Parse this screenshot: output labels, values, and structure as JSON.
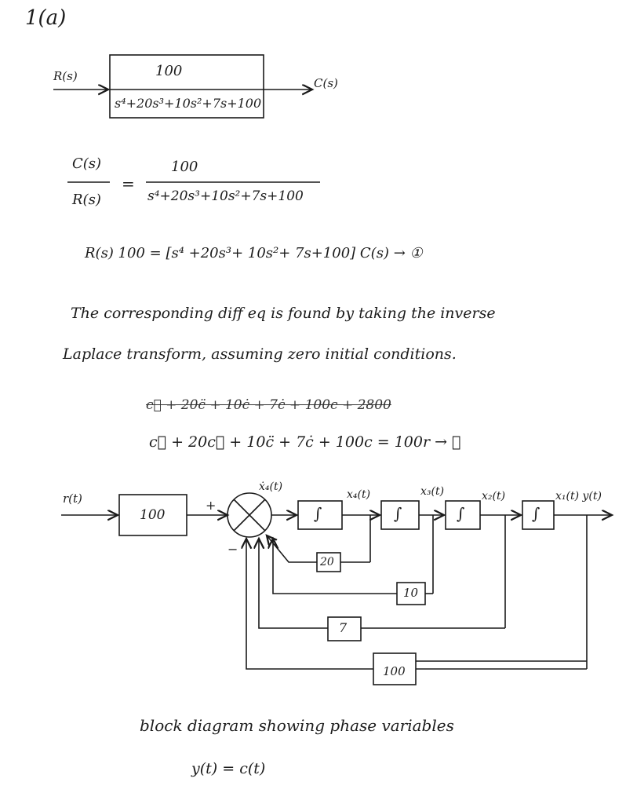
{
  "header": {
    "problem_label": "1(a)"
  },
  "tf_block": {
    "input": "R(s)",
    "output": "C(s)",
    "numerator": "100",
    "denominator": "s⁴+20s³+10s²+7s+100"
  },
  "equations": {
    "ratio_lhs_num": "C(s)",
    "ratio_lhs_den": "R(s)",
    "ratio_equals": "=",
    "ratio_rhs_num": "100",
    "ratio_rhs_den": "s⁴+20s³+10s²+7s+100",
    "eq1": "R(s) 100 = [s⁴ +20s³+ 10s²+ 7s+100] C(s)  → ①",
    "note_line1": "The corresponding diff eq is found by taking the inverse",
    "note_line2": "Laplace transform, assuming zero initial conditions.",
    "eq_struck": "c⃛ + 20c̈ + 10ċ + 7ċ + 100c + 2800",
    "eq2": "c⃜ + 20c⃛ + 10c̈ + 7ċ + 100c = 100r  → ②"
  },
  "diagram": {
    "input_label": "r(t)",
    "gain_block": "100",
    "plus_sign": "+",
    "minus_sign": "−",
    "integrator": "∫",
    "x4_label": "ẋ₄(t)",
    "x4_out": "x₄(t)",
    "x3_out": "x₃(t)",
    "x2_out": "x₂(t)",
    "x1_out": "x₁(t) y(t)",
    "fb_20": "20",
    "fb_10": "10",
    "fb_7": "7",
    "fb_100": "100"
  },
  "caption": "block diagram showing phase variables",
  "output_eq": "y(t) = c(t)"
}
